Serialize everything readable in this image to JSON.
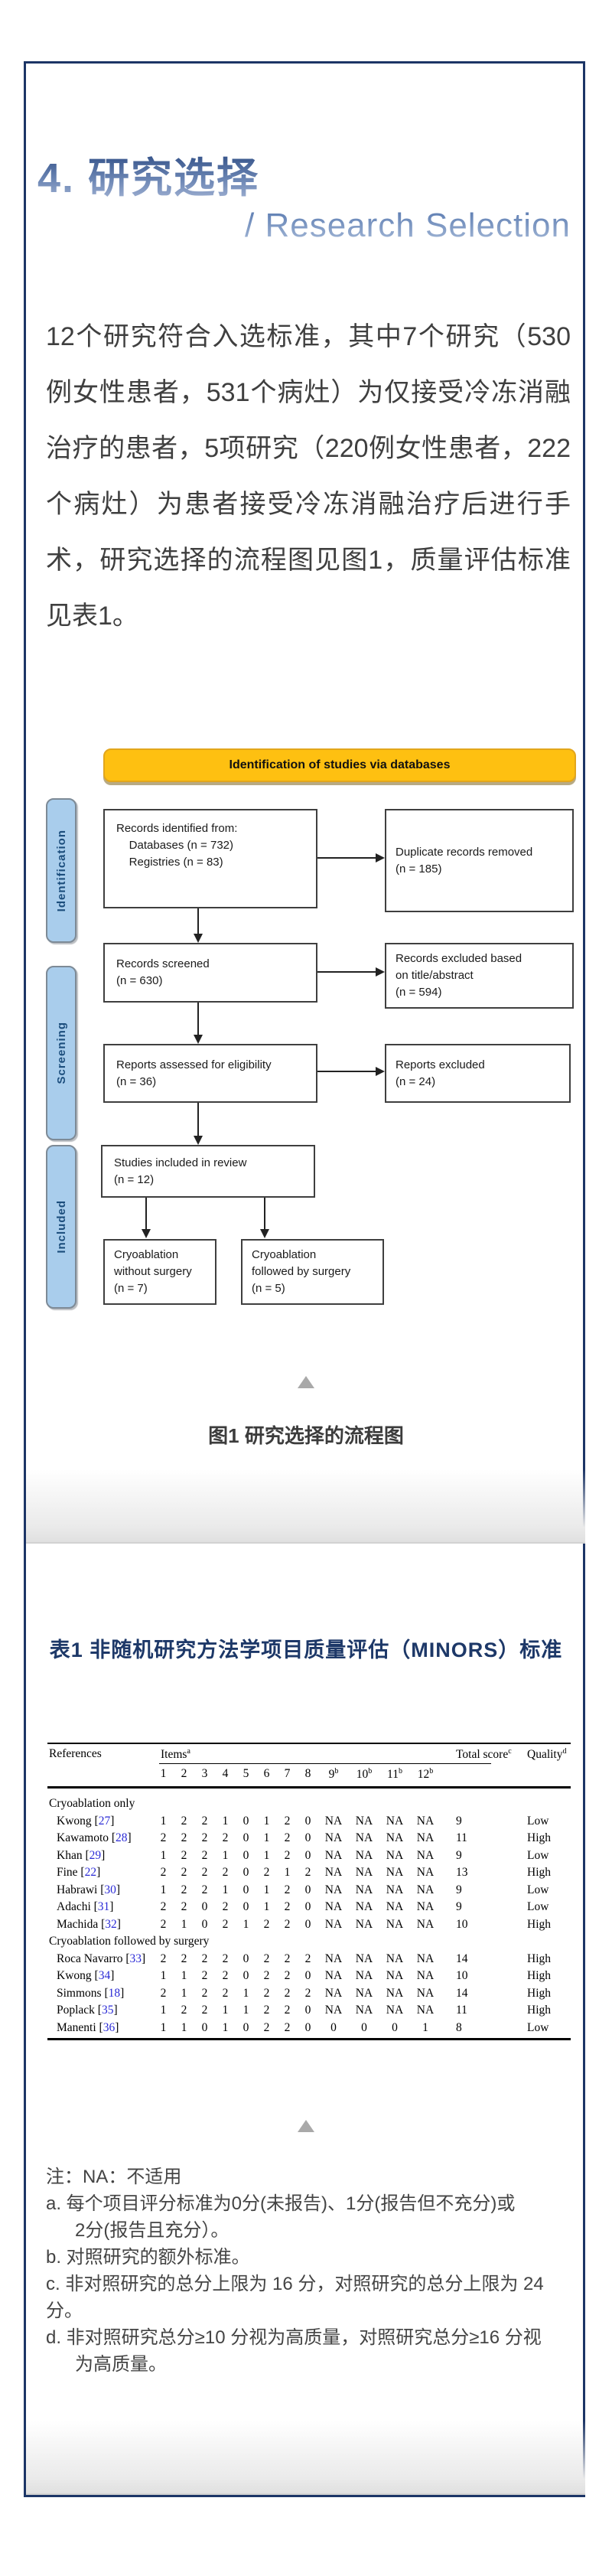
{
  "header": {
    "title": "4. 研究选择",
    "subtitle": "/ Research Selection"
  },
  "intro": "12个研究符合入选标准，其中7个研究（530例女性患者，531个病灶）为仅接受冷冻消融治疗的患者，5项研究（220例女性患者，222个病灶）为患者接受冷冻消融治疗后进行手术，研究选择的流程图见图1，质量评估标准见表1。",
  "flowchart": {
    "banner": "Identification of studies via databases",
    "stages": [
      "Identification",
      "Screening",
      "Included"
    ],
    "boxes": {
      "identified": [
        "Records identified from:",
        "    Databases (n = 732)",
        "    Registries (n = 83)"
      ],
      "duplicates_removed": [
        "Duplicate records removed",
        "(n = 185)"
      ],
      "screened": [
        "Records screened",
        "(n = 630)"
      ],
      "excluded_title_abstract": [
        "Records excluded based",
        "on title/abstract",
        "(n = 594)"
      ],
      "assessed": [
        "Reports assessed for eligibility",
        "(n = 36)"
      ],
      "reports_excluded": [
        "Reports excluded",
        "(n = 24)"
      ],
      "included_review": [
        "Studies included in review",
        "(n = 12)"
      ],
      "cryo_without_surgery": [
        "Cryoablation",
        "without surgery",
        "(n = 7)"
      ],
      "cryo_followed_surgery": [
        "Cryoablation",
        "followed by surgery",
        "(n = 5)"
      ]
    }
  },
  "figure": {
    "caption": "图1 研究选择的流程图"
  },
  "table": {
    "title": "表1 非随机研究方法学项目质量评估（MINORS）标准",
    "headers": {
      "references": "References",
      "items": "Items",
      "items_sup": "a",
      "total": "Total score",
      "total_sup": "c",
      "quality": "Quality",
      "quality_sup": "d"
    },
    "item_cols": [
      "1",
      "2",
      "3",
      "4",
      "5",
      "6",
      "7",
      "8",
      "9",
      "10",
      "11",
      "12"
    ],
    "item_col_sups": [
      "",
      "",
      "",
      "",
      "",
      "",
      "",
      "",
      "b",
      "b",
      "b",
      "b"
    ],
    "groups": [
      {
        "label": "Cryoablation only",
        "rows": [
          {
            "ref": "Kwong",
            "cite": "27",
            "items": [
              "1",
              "2",
              "2",
              "1",
              "0",
              "1",
              "2",
              "0",
              "NA",
              "NA",
              "NA",
              "NA"
            ],
            "total": "9",
            "quality": "Low"
          },
          {
            "ref": "Kawamoto",
            "cite": "28",
            "items": [
              "2",
              "2",
              "2",
              "2",
              "0",
              "1",
              "2",
              "0",
              "NA",
              "NA",
              "NA",
              "NA"
            ],
            "total": "11",
            "quality": "High"
          },
          {
            "ref": "Khan",
            "cite": "29",
            "items": [
              "1",
              "2",
              "2",
              "1",
              "0",
              "1",
              "2",
              "0",
              "NA",
              "NA",
              "NA",
              "NA"
            ],
            "total": "9",
            "quality": "Low"
          },
          {
            "ref": "Fine",
            "cite": "22",
            "items": [
              "2",
              "2",
              "2",
              "2",
              "0",
              "2",
              "1",
              "2",
              "NA",
              "NA",
              "NA",
              "NA"
            ],
            "total": "13",
            "quality": "High"
          },
          {
            "ref": "Habrawi",
            "cite": "30",
            "items": [
              "1",
              "2",
              "2",
              "1",
              "0",
              "1",
              "2",
              "0",
              "NA",
              "NA",
              "NA",
              "NA"
            ],
            "total": "9",
            "quality": "Low"
          },
          {
            "ref": "Adachi",
            "cite": "31",
            "items": [
              "2",
              "2",
              "0",
              "2",
              "0",
              "1",
              "2",
              "0",
              "NA",
              "NA",
              "NA",
              "NA"
            ],
            "total": "9",
            "quality": "Low"
          },
          {
            "ref": "Machida",
            "cite": "32",
            "items": [
              "2",
              "1",
              "0",
              "2",
              "1",
              "2",
              "2",
              "0",
              "NA",
              "NA",
              "NA",
              "NA"
            ],
            "total": "10",
            "quality": "High"
          }
        ]
      },
      {
        "label": "Cryoablation followed by surgery",
        "rows": [
          {
            "ref": "Roca Navarro",
            "cite": "33",
            "items": [
              "2",
              "2",
              "2",
              "2",
              "0",
              "2",
              "2",
              "2",
              "NA",
              "NA",
              "NA",
              "NA"
            ],
            "total": "14",
            "quality": "High"
          },
          {
            "ref": "Kwong",
            "cite": "34",
            "items": [
              "1",
              "1",
              "2",
              "2",
              "0",
              "2",
              "2",
              "0",
              "NA",
              "NA",
              "NA",
              "NA"
            ],
            "total": "10",
            "quality": "High"
          },
          {
            "ref": "Simmons",
            "cite": "18",
            "items": [
              "2",
              "1",
              "2",
              "2",
              "1",
              "2",
              "2",
              "2",
              "NA",
              "NA",
              "NA",
              "NA"
            ],
            "total": "14",
            "quality": "High"
          },
          {
            "ref": "Poplack",
            "cite": "35",
            "items": [
              "1",
              "2",
              "2",
              "1",
              "1",
              "2",
              "2",
              "0",
              "NA",
              "NA",
              "NA",
              "NA"
            ],
            "total": "11",
            "quality": "High"
          },
          {
            "ref": "Manenti",
            "cite": "36",
            "items": [
              "1",
              "1",
              "0",
              "1",
              "0",
              "2",
              "2",
              "0",
              "0",
              "0",
              "0",
              "1"
            ],
            "total": "8",
            "quality": "Low"
          }
        ]
      }
    ]
  },
  "notes": {
    "lines": [
      {
        "text": "注：NA：不适用",
        "indent": false
      },
      {
        "text": "a. 每个项目评分标准为0分(未报告)、1分(报告但不充分)或",
        "indent": false
      },
      {
        "text": "2分(报告且充分）。",
        "indent": true
      },
      {
        "text": "b. 对照研究的额外标准。",
        "indent": false
      },
      {
        "text": "c. 非对照研究的总分上限为 16 分，对照研究的总分上限为 24 分。",
        "indent": false
      },
      {
        "text": "d. 非对照研究总分≥10 分视为高质量，对照研究总分≥16 分视",
        "indent": false
      },
      {
        "text": "为高质量。",
        "indent": true
      }
    ]
  },
  "colors": {
    "frame_navy": "#1c3566",
    "title_navy": "#24437c",
    "subtitle_blue": "#7b96c4",
    "banner_yellow": "#fec011",
    "stage_pill_blue": "#a9cdec",
    "table_title_navy": "#1d3868",
    "citation_blue": "#2b2bd6",
    "triangle_gray": "#a9a9a9"
  }
}
